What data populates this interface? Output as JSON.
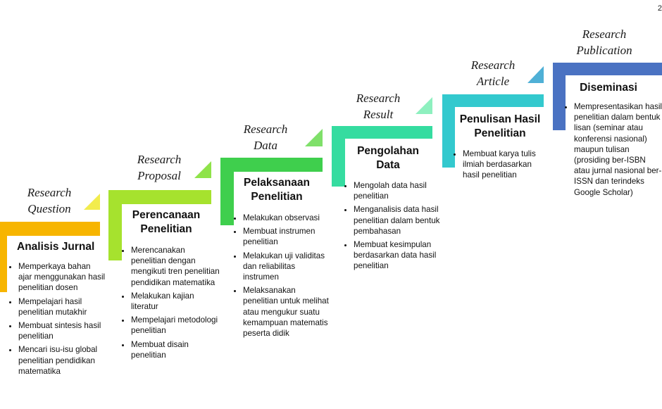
{
  "page_number": "2",
  "colors": {
    "step1": "#f7b500",
    "step2": "#a6e22e",
    "step3": "#3fcf4d",
    "step4": "#35dca0",
    "step5": "#33c9ce",
    "step6": "#4a72c2",
    "arrow1": "#f2ec4d",
    "arrow2": "#8fe34a",
    "arrow3": "#7fe06a",
    "arrow4": "#8ef0bf",
    "arrow5": "#4fb0d6"
  },
  "steps": [
    {
      "label": "Research Question",
      "title": "Analisis Jurnal",
      "items": [
        "Memperkaya bahan ajar menggunakan hasil penelitian dosen",
        "Mempelajari hasil penelitian mutakhir",
        "Membuat sintesis hasil penelitian",
        "Mencari isu-isu global penelitian pendidikan matematika"
      ]
    },
    {
      "label": "Research Proposal",
      "title": "Perencanaan Penelitian",
      "items": [
        "Merencanakan penelitian dengan mengikuti tren penelitian pendidikan matematika",
        "Melakukan kajian literatur",
        "Mempelajari metodologi penelitian",
        "Membuat disain penelitian"
      ]
    },
    {
      "label": "Research Data",
      "title": "Pelaksanaan Penelitian",
      "items": [
        "Melakukan observasi",
        "Membuat instrumen penelitian",
        "Melakukan uji validitas dan reliabilitas instrumen",
        "Melaksanakan penelitian untuk melihat atau mengukur suatu kemampuan matematis peserta didik"
      ]
    },
    {
      "label": "Research Result",
      "title": "Pengolahan Data",
      "items": [
        "Mengolah data hasil penelitian",
        "Menganalisis data hasil penelitian dalam bentuk pembahasan",
        "Membuat kesimpulan berdasarkan data hasil penelitian"
      ]
    },
    {
      "label": "Research Article",
      "title": "Penulisan Hasil Penelitian",
      "items": [
        "Membuat karya tulis ilmiah berdasarkan hasil penelitian"
      ]
    },
    {
      "label": "Research Publication",
      "title": "Diseminasi",
      "items": [
        "Mempresentasikan hasil penelitian dalam bentuk lisan (seminar atau konferensi nasional) maupun tulisan (prosiding ber-ISBN atau jurnal nasional ber-ISSN dan terindeks Google Scholar)"
      ]
    }
  ]
}
